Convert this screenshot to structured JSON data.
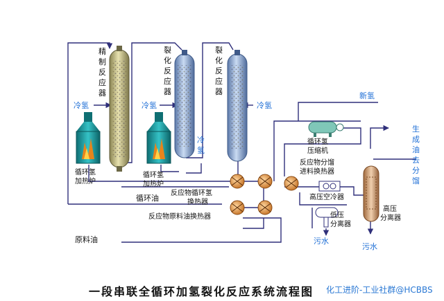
{
  "title": "一段串联全循环加氢裂化反应系统流程图",
  "watermark": "化工进阶-工业社群@HCBBS",
  "labels": {
    "refining_reactor": [
      "精",
      "制",
      "反",
      "应",
      "器"
    ],
    "cracking_reactor_1": [
      "裂",
      "化",
      "反",
      "应",
      "器"
    ],
    "cracking_reactor_2": [
      "裂",
      "化",
      "反",
      "应",
      "器"
    ],
    "cold_h2_a": "冷氢",
    "cold_h2_b": "冷氢",
    "cold_h2_c": "冷氢",
    "cold_h2_vertical": [
      "冷",
      "氢"
    ],
    "new_h2": "新氢",
    "recycle_h2_heater": [
      "循环氢",
      "加热炉"
    ],
    "recycle_oil_heater": [
      "循环氢",
      "加热炉"
    ],
    "recycle_oil": "循环油",
    "recycle_h2_exchanger": [
      "反应物循环氢",
      "换热器"
    ],
    "feed_oil_exchanger": "反应物原料油换热器",
    "recycle_h2_compressor": [
      "循环氢",
      "压缩机"
    ],
    "fractionation_exchanger": [
      "反应物分馏",
      "进料换热器"
    ],
    "air_cooler": "高压空冷器",
    "lp_separator": [
      "低压",
      "分离器"
    ],
    "hp_separator": [
      "高压",
      "分离器"
    ],
    "product_oil": [
      "生",
      "成",
      "油",
      "去",
      "分",
      "馏"
    ],
    "sewage_1": "污水",
    "sewage_2": "污水",
    "feed_oil": "原料油"
  },
  "colors": {
    "refining_reactor": "#c9c28a",
    "cracking_reactor": "#8eaed6",
    "furnace": "#1aa3a8",
    "exchanger": "#e08a2e",
    "compressor": "#7fc7b8",
    "hp_separator": "#d9a77a",
    "line": "#2f2f7a",
    "blue_text": "#1f6fd6"
  }
}
